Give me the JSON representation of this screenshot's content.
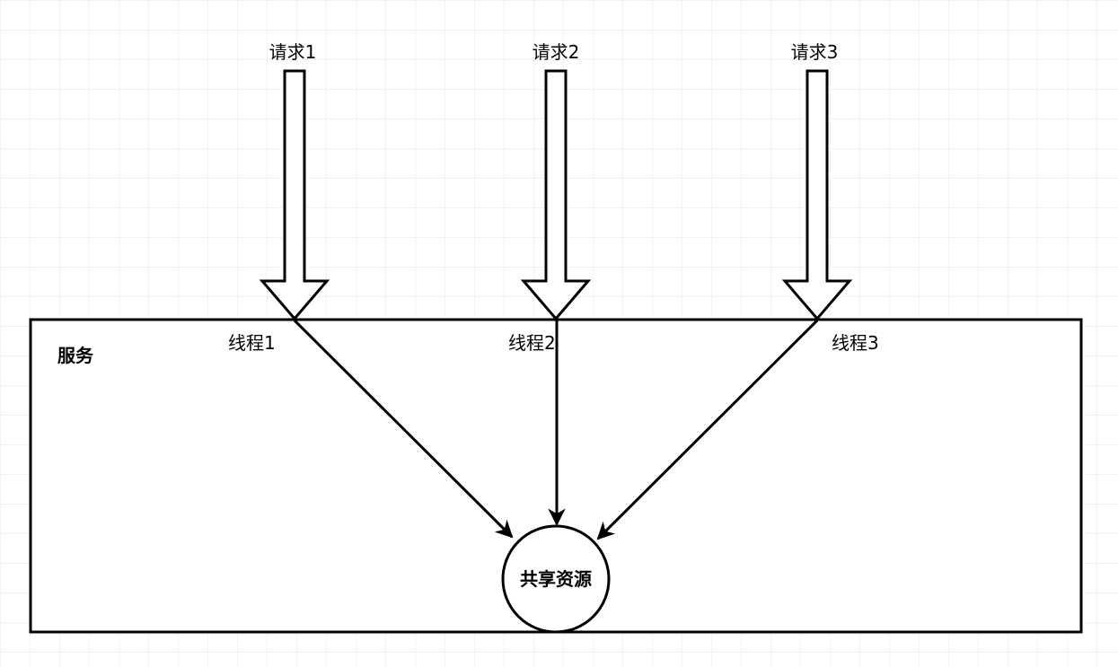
{
  "colors": {
    "grid": "#e6e6e6",
    "stroke": "#000000",
    "background": "#ffffff"
  },
  "service": {
    "label": "服务"
  },
  "requests": [
    {
      "label": "请求1"
    },
    {
      "label": "请求2"
    },
    {
      "label": "请求3"
    }
  ],
  "threads": [
    {
      "label": "线程1"
    },
    {
      "label": "线程2"
    },
    {
      "label": "线程3"
    }
  ],
  "resource": {
    "label": "共享资源"
  }
}
